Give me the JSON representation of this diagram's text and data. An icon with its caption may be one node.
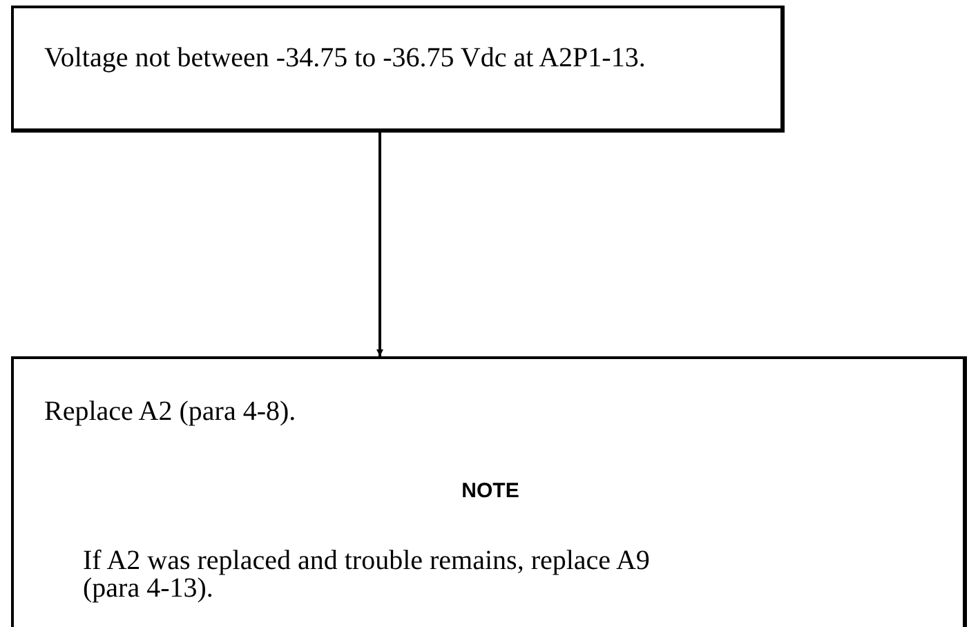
{
  "diagram": {
    "nodes": [
      {
        "text": [
          "Voltage not between -34.75 to -36.75 Vdc at A2P1-13."
        ]
      },
      {
        "text": [
          "Replace A2 (para 4-8).",
          "NOTE",
          "If A2 was replaced and trouble remains, replace A9 (para 4-13)."
        ]
      }
    ],
    "edges": [
      {
        "from": 0,
        "to": 1,
        "arrow": "to"
      }
    ]
  }
}
